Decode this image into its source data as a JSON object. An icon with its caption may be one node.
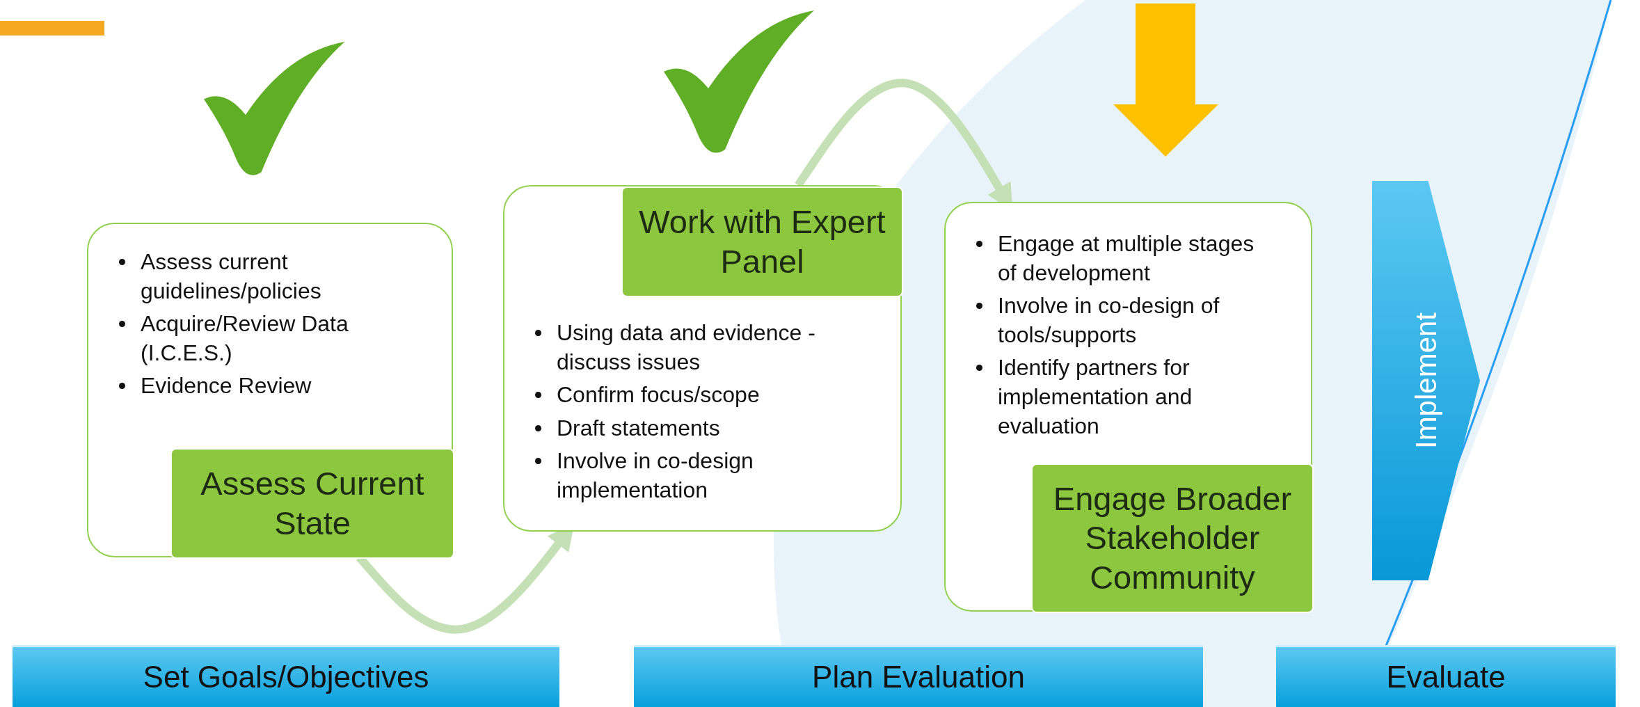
{
  "diagram": {
    "nodes": [
      {
        "text": [
          "Assess current guidelines/policies",
          "Acquire/Review Data (I.C.E.S.)",
          "Evidence Review"
        ]
      },
      {
        "text": [
          "Assess Current State"
        ],
        "in": 0
      },
      {
        "text": [
          "Using data and evidence - discuss issues",
          "Confirm focus/scope",
          "Draft statements",
          "Involve in co-design implementation"
        ]
      },
      {
        "text": [
          "Work with Expert Panel"
        ],
        "in": 2
      },
      {
        "text": [
          "Engage at multiple stages of development",
          "Involve in co-design of tools/supports",
          "Identify partners for implementation and evaluation"
        ]
      },
      {
        "text": [
          "Engage Broader Stakeholder Community"
        ],
        "in": 4
      },
      {
        "text": [
          "Implement"
        ]
      },
      {
        "text": [
          "Set Goals/Objectives"
        ]
      },
      {
        "text": [
          "Plan Evaluation"
        ]
      },
      {
        "text": [
          "Evaluate"
        ]
      }
    ],
    "edges": [
      {
        "from": 1,
        "to": 2,
        "arrow": "to"
      },
      {
        "from": 3,
        "to": 4,
        "arrow": "to"
      }
    ]
  }
}
